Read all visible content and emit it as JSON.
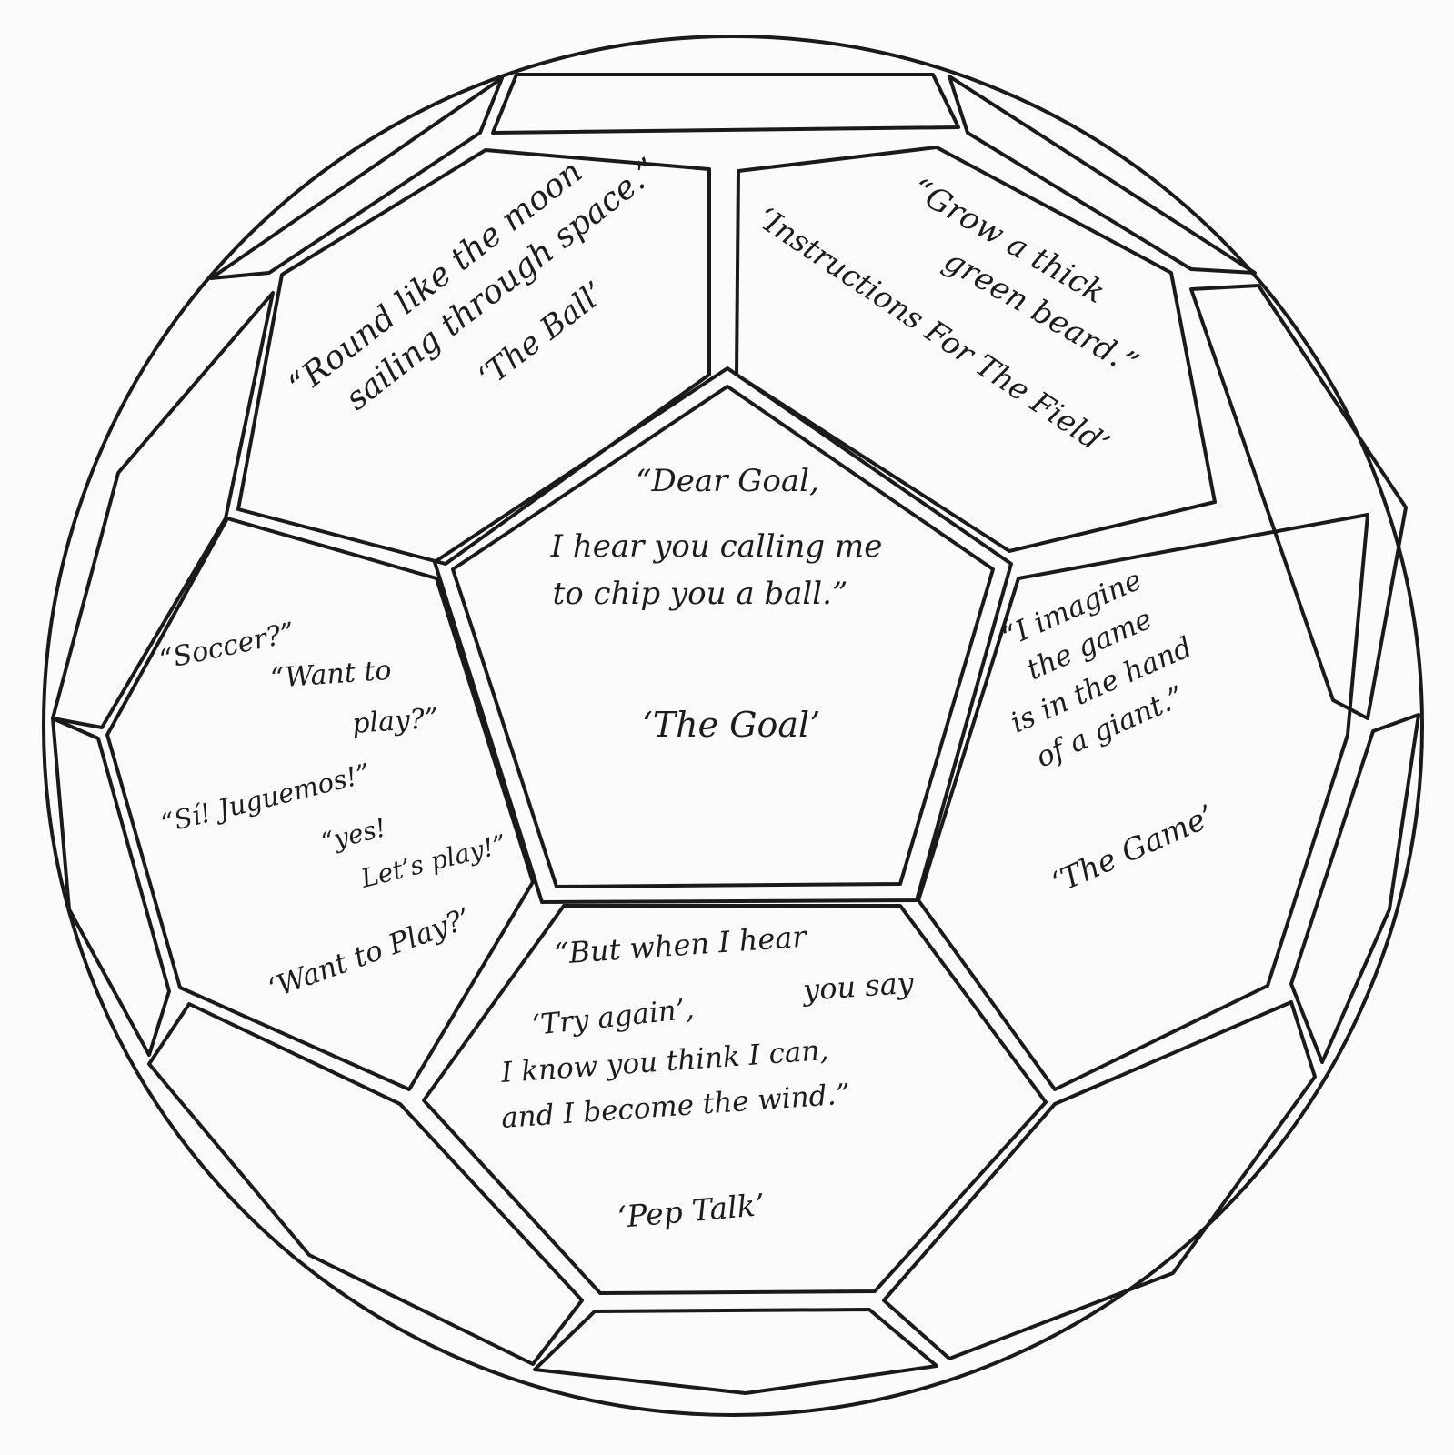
{
  "colors": {
    "paper": "#fbfbfa",
    "ink": "#1a1a1a"
  },
  "panels": {
    "the_ball": {
      "line1": "“Round like the moon",
      "line2": "sailing through space.”",
      "title": "‘The Ball’"
    },
    "the_field": {
      "line1": "“Grow a thick",
      "line2": "green beard.”",
      "title": "‘Instructions For The Field’"
    },
    "the_goal": {
      "line1": "“Dear Goal,",
      "line2": "I hear you calling me",
      "line3": "to chip you a ball.”",
      "title": "‘The Goal’"
    },
    "want_to_play": {
      "line1": "“Soccer?”",
      "line2": "“Want to",
      "line3": "play?”",
      "line4": "“Sí! Juguemos!”",
      "line5": "“yes!",
      "line6": "Let’s play!”",
      "title": "‘Want to Play?’"
    },
    "the_game": {
      "line1": "“I imagine",
      "line2": "the game",
      "line3": "is in the hand",
      "line4": "of a giant.”",
      "title": "‘The Game’"
    },
    "pep_talk": {
      "line1": "“But when I hear",
      "line2": "you say",
      "line3": "‘Try again’,",
      "line4": "I know you think I can,",
      "line5": "and I become the wind.”",
      "title": "‘Pep Talk’"
    }
  }
}
